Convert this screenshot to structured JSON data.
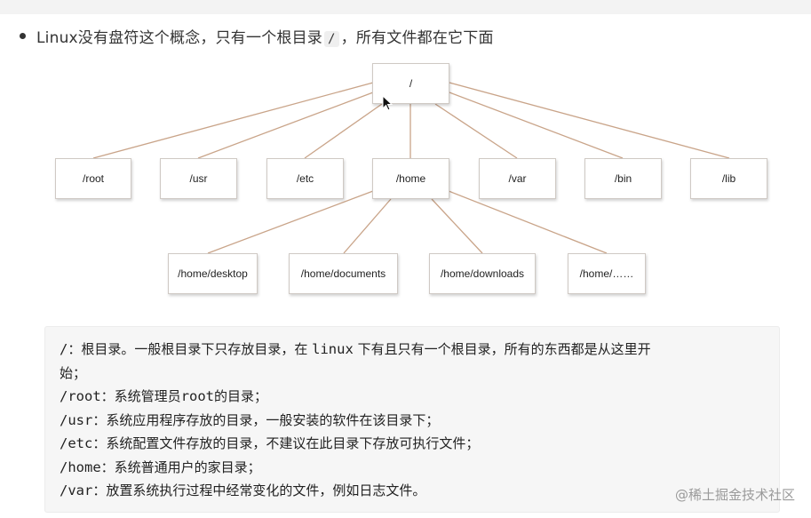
{
  "heading": {
    "text_before": "Linux没有盘符这个概念，只有一个根目录",
    "code": "/",
    "text_after": "，所有文件都在它下面"
  },
  "tree": {
    "root": "/",
    "level1": [
      "/root",
      "/usr",
      "/etc",
      "/home",
      "/var",
      "/bin",
      "/lib"
    ],
    "home_children": [
      "/home/desktop",
      "/home/documents",
      "/home/downloads",
      "/home/……"
    ]
  },
  "notes": [
    {
      "code": "/",
      "text": "：根目录。一般根目录下只存放目录，在 ",
      "code2": "linux",
      "text2": " 下有且只有一个根目录，所有的东西都是从这里开"
    },
    {
      "code": "",
      "text": "始；"
    },
    {
      "code": "/root",
      "text": "：系统管理员",
      "code2": "root",
      "text2": "的目录；"
    },
    {
      "code": "/usr",
      "text": "：系统应用程序存放的目录，一般安装的软件在该目录下；"
    },
    {
      "code": "/etc",
      "text": "：系统配置文件存放的目录，不建议在此目录下存放可执行文件；"
    },
    {
      "code": "/home",
      "text": "：系统普通用户的家目录；"
    },
    {
      "code": "/var",
      "text": "：放置系统执行过程中经常变化的文件，例如日志文件。"
    }
  ],
  "watermark": "@稀土掘金技术社区",
  "colors": {
    "connector": "#c9a489",
    "node_border": "#cfc9c4"
  }
}
